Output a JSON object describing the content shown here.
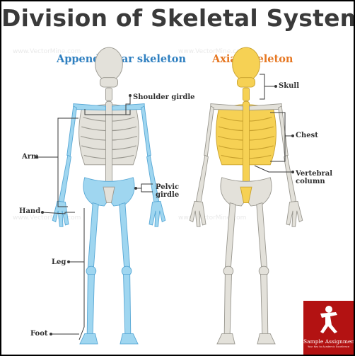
{
  "title": "Division of Skeletal System",
  "panels": {
    "appendicular": {
      "title": "Appendicular skeleton",
      "color": "#2e7fc0",
      "highlight": "#9fd6f0",
      "labels": {
        "shoulder": "Shoulder girdle",
        "arm": "Arm",
        "pelvic": "Pelvic\ngirdle",
        "hand": "Hand",
        "leg": "Leg",
        "foot": "Foot"
      }
    },
    "axial": {
      "title": "Axial skeleton",
      "color": "#e67722",
      "highlight": "#f6d154",
      "labels": {
        "skull": "Skull",
        "chest": "Chest",
        "vertebral": "Vertebral\ncolumn"
      }
    }
  },
  "colors": {
    "bone": "#e3e1da",
    "bone_stroke": "#9a9890",
    "title_text": "#3a3a3a",
    "logo_bg": "#b31212"
  },
  "logo": {
    "name": "Sample Assignment",
    "tagline": "Your Key to Academic Excellence",
    "icon": "running-figure-icon"
  }
}
